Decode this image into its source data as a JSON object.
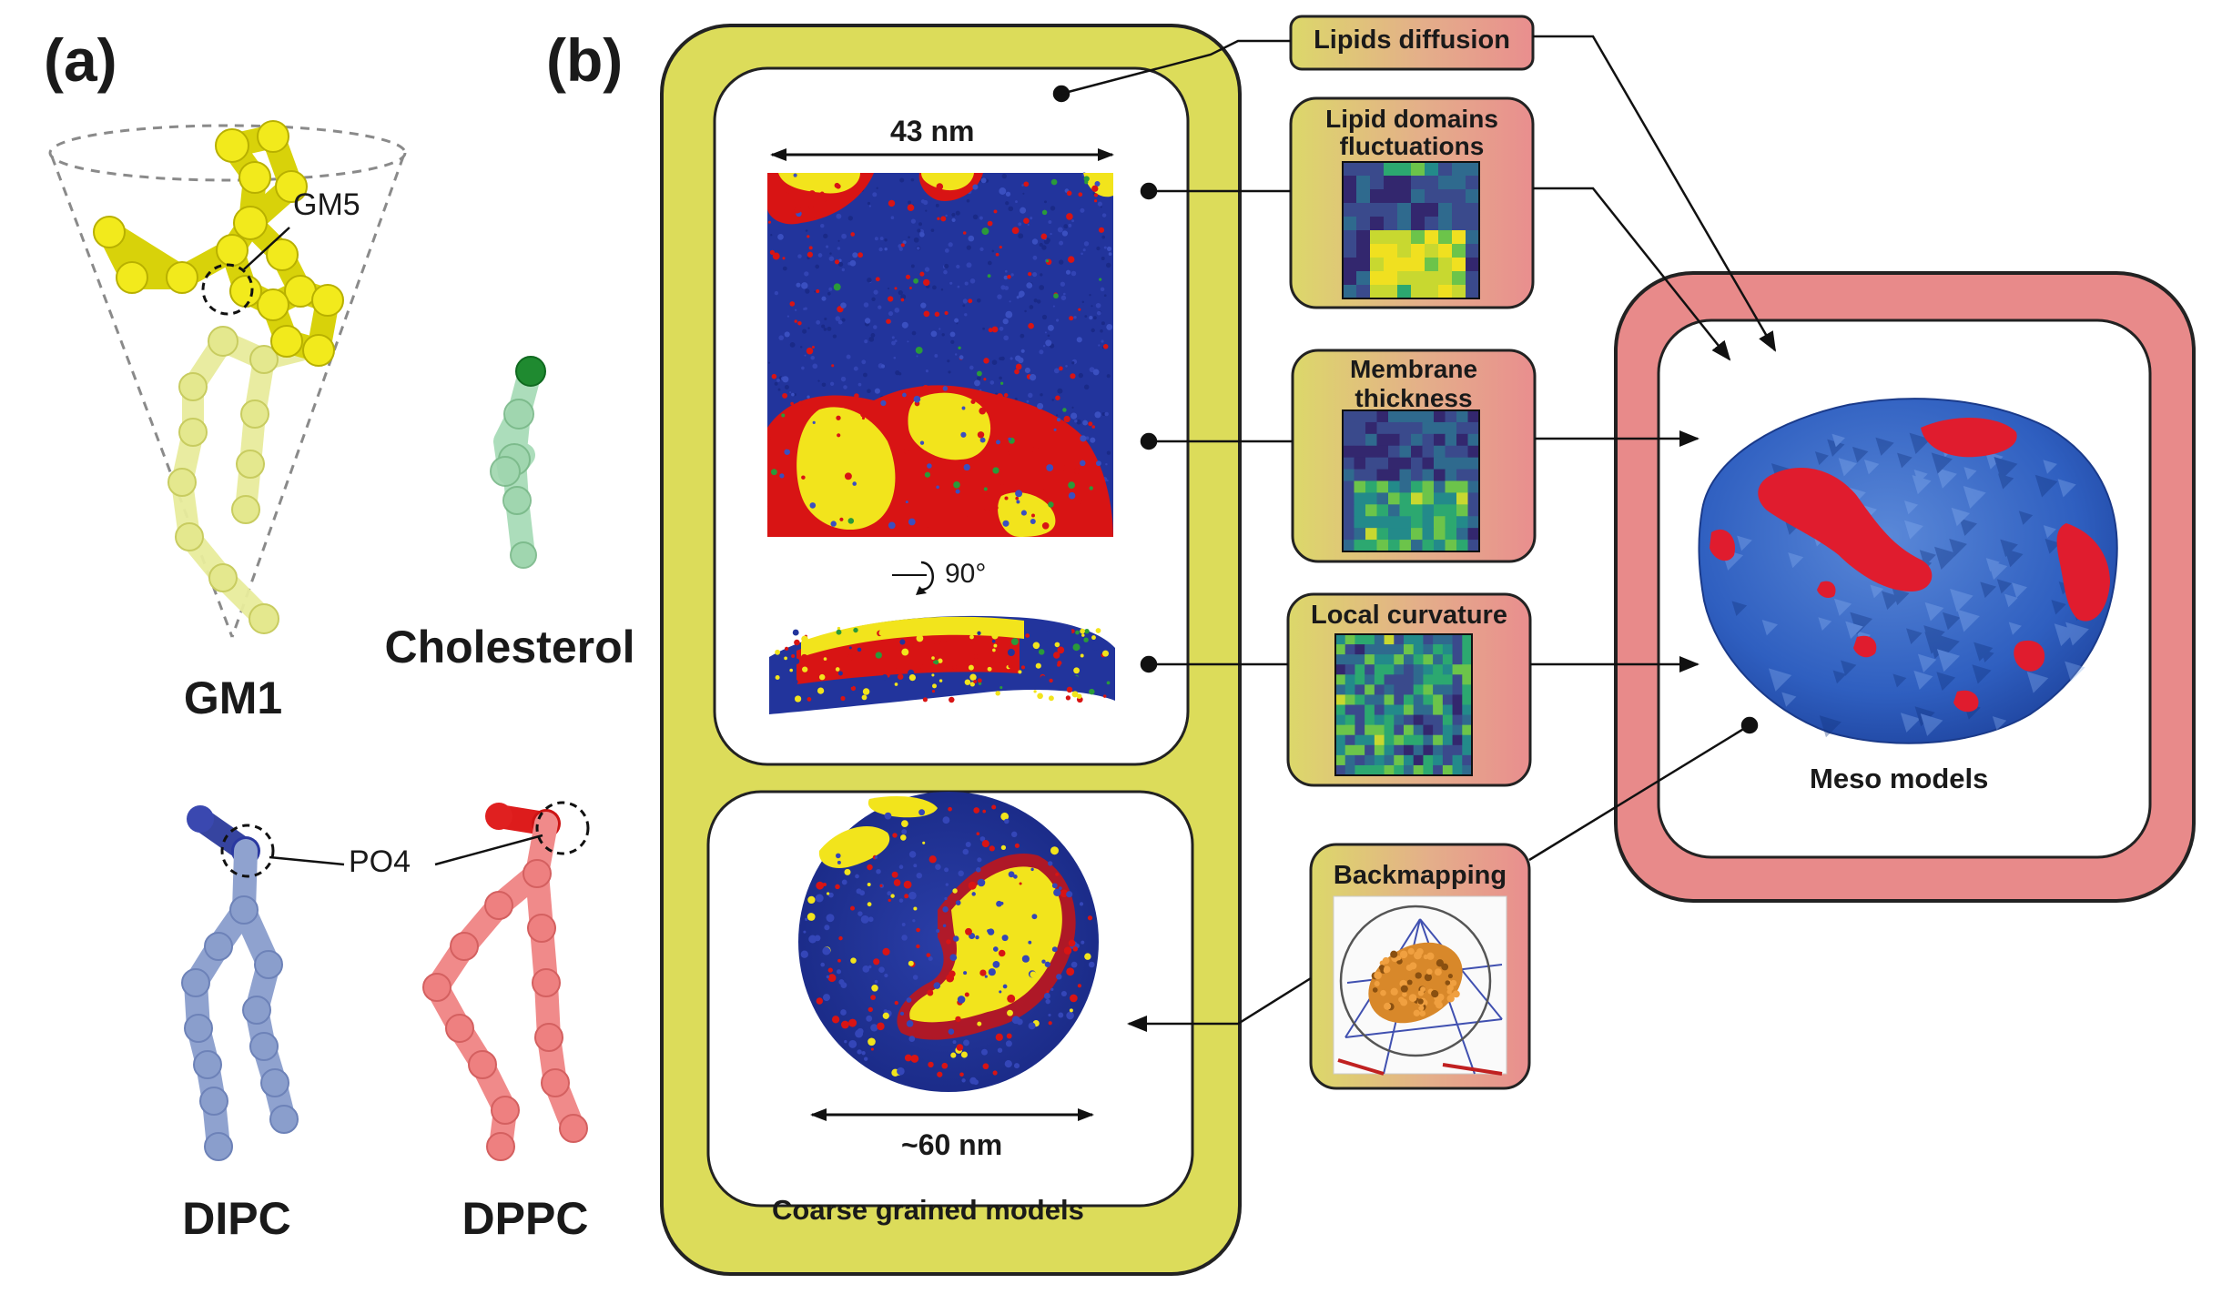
{
  "panel_a": {
    "label": "(a)",
    "molecules": [
      "GM1",
      "Cholesterol",
      "DIPC",
      "DPPC"
    ],
    "bead_labels": {
      "gm5": "GM5",
      "po4": "PO4"
    }
  },
  "panel_b": {
    "label": "(b)",
    "coarse_grained": {
      "caption": "Coarse grained models",
      "patch_width": "43 nm",
      "rotation": "90°",
      "vesicle_diameter": "~60 nm"
    },
    "properties": [
      {
        "title": "Lipids diffusion"
      },
      {
        "title": "Lipid domains fluctuations"
      },
      {
        "title": "Membrane thickness"
      },
      {
        "title": "Local curvature"
      },
      {
        "title": "Backmapping"
      }
    ],
    "meso": {
      "caption": "Meso models"
    }
  },
  "colors": {
    "cg_frame": "#dcdc5a",
    "meso_frame": "#e88a8a",
    "saturated_lipid": "#2233aa",
    "unsaturated_lipid": "#dd1111",
    "ganglioside": "#f0e01c",
    "cholesterol": "#2a9a3a"
  }
}
